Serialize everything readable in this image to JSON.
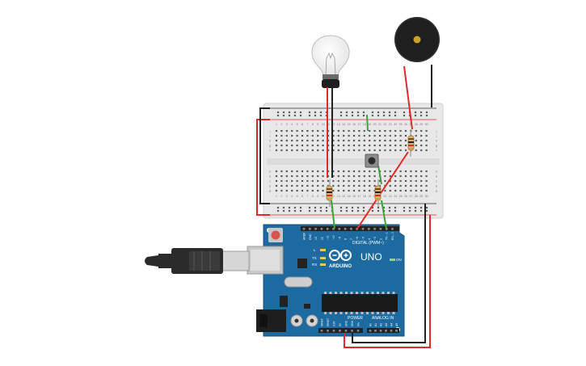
{
  "canvas": {
    "background": "#ffffff"
  },
  "board": {
    "logo_text": "ARDUINO",
    "model_text": "UNO",
    "digital_label": "DIGITAL (PWM~)",
    "power_label": "POWER",
    "analog_label": "ANALOG IN",
    "led_labels": [
      "L",
      "TX",
      "RX"
    ],
    "on_label": "ON",
    "digital_pins": [
      "AREF",
      "GND",
      "13",
      "12",
      "~11",
      "~10",
      "~9",
      "8",
      "7",
      "~6",
      "~5",
      "4",
      "~3",
      "2",
      "TX→1",
      "RX←0"
    ],
    "power_pins": [
      "IOREF",
      "RESET",
      "3.3V",
      "5V",
      "GND",
      "GND",
      "Vin"
    ],
    "analog_pins": [
      "A0",
      "A1",
      "A2",
      "A3",
      "A4",
      "A5"
    ],
    "color": "#1d6aa1"
  },
  "breadboard": {
    "column_numbers": [
      "1",
      "2",
      "3",
      "4",
      "5",
      "6",
      "7",
      "8",
      "9",
      "10",
      "11",
      "12",
      "13",
      "14",
      "15",
      "16",
      "17",
      "18",
      "19",
      "20",
      "21",
      "22",
      "23",
      "24",
      "25",
      "26",
      "27",
      "28",
      "29",
      "30"
    ],
    "row_letters_top": [
      "j",
      "i",
      "h",
      "g",
      "f"
    ],
    "row_letters_bottom": [
      "e",
      "d",
      "c",
      "b",
      "a"
    ]
  },
  "components": {
    "bulb": {
      "icon": "light-bulb-icon"
    },
    "buzzer": {
      "icon": "piezo-buzzer-icon"
    },
    "pushbutton": {
      "icon": "pushbutton-icon"
    },
    "usb_cable": {
      "icon": "usb-cable-icon"
    }
  },
  "wire_colors": {
    "red": "#e0292b",
    "black": "#222222",
    "green": "#3aa33a"
  }
}
